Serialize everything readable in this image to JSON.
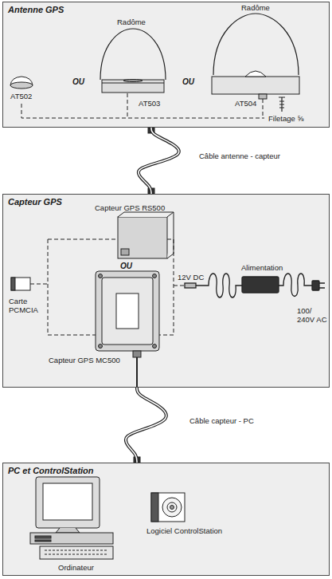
{
  "diagram": {
    "nodes": [
      {
        "text": [
          "Antenne GPS"
        ]
      },
      {
        "text": [
          "Capteur GPS"
        ]
      },
      {
        "text": [
          "PC et ControlStation"
        ]
      }
    ],
    "edges": [
      {
        "from": 0,
        "to": 1,
        "arrow": "none",
        "label": "Câble antenne - capteur"
      },
      {
        "from": 1,
        "to": 2,
        "arrow": "none",
        "label": "Câble capteur - PC"
      }
    ],
    "labels": [
      "Radôme",
      "Radôme",
      "OU",
      "OU",
      "AT502",
      "AT503",
      "AT504",
      "Filetage ⅝",
      "Capteur GPS RS500",
      "OU",
      "Carte PCMCIA",
      "12V DC",
      "Alimentation",
      "100/ 240V AC",
      "Capteur GPS MC500",
      "Ordinateur",
      "Logiciel ControlStation"
    ]
  }
}
